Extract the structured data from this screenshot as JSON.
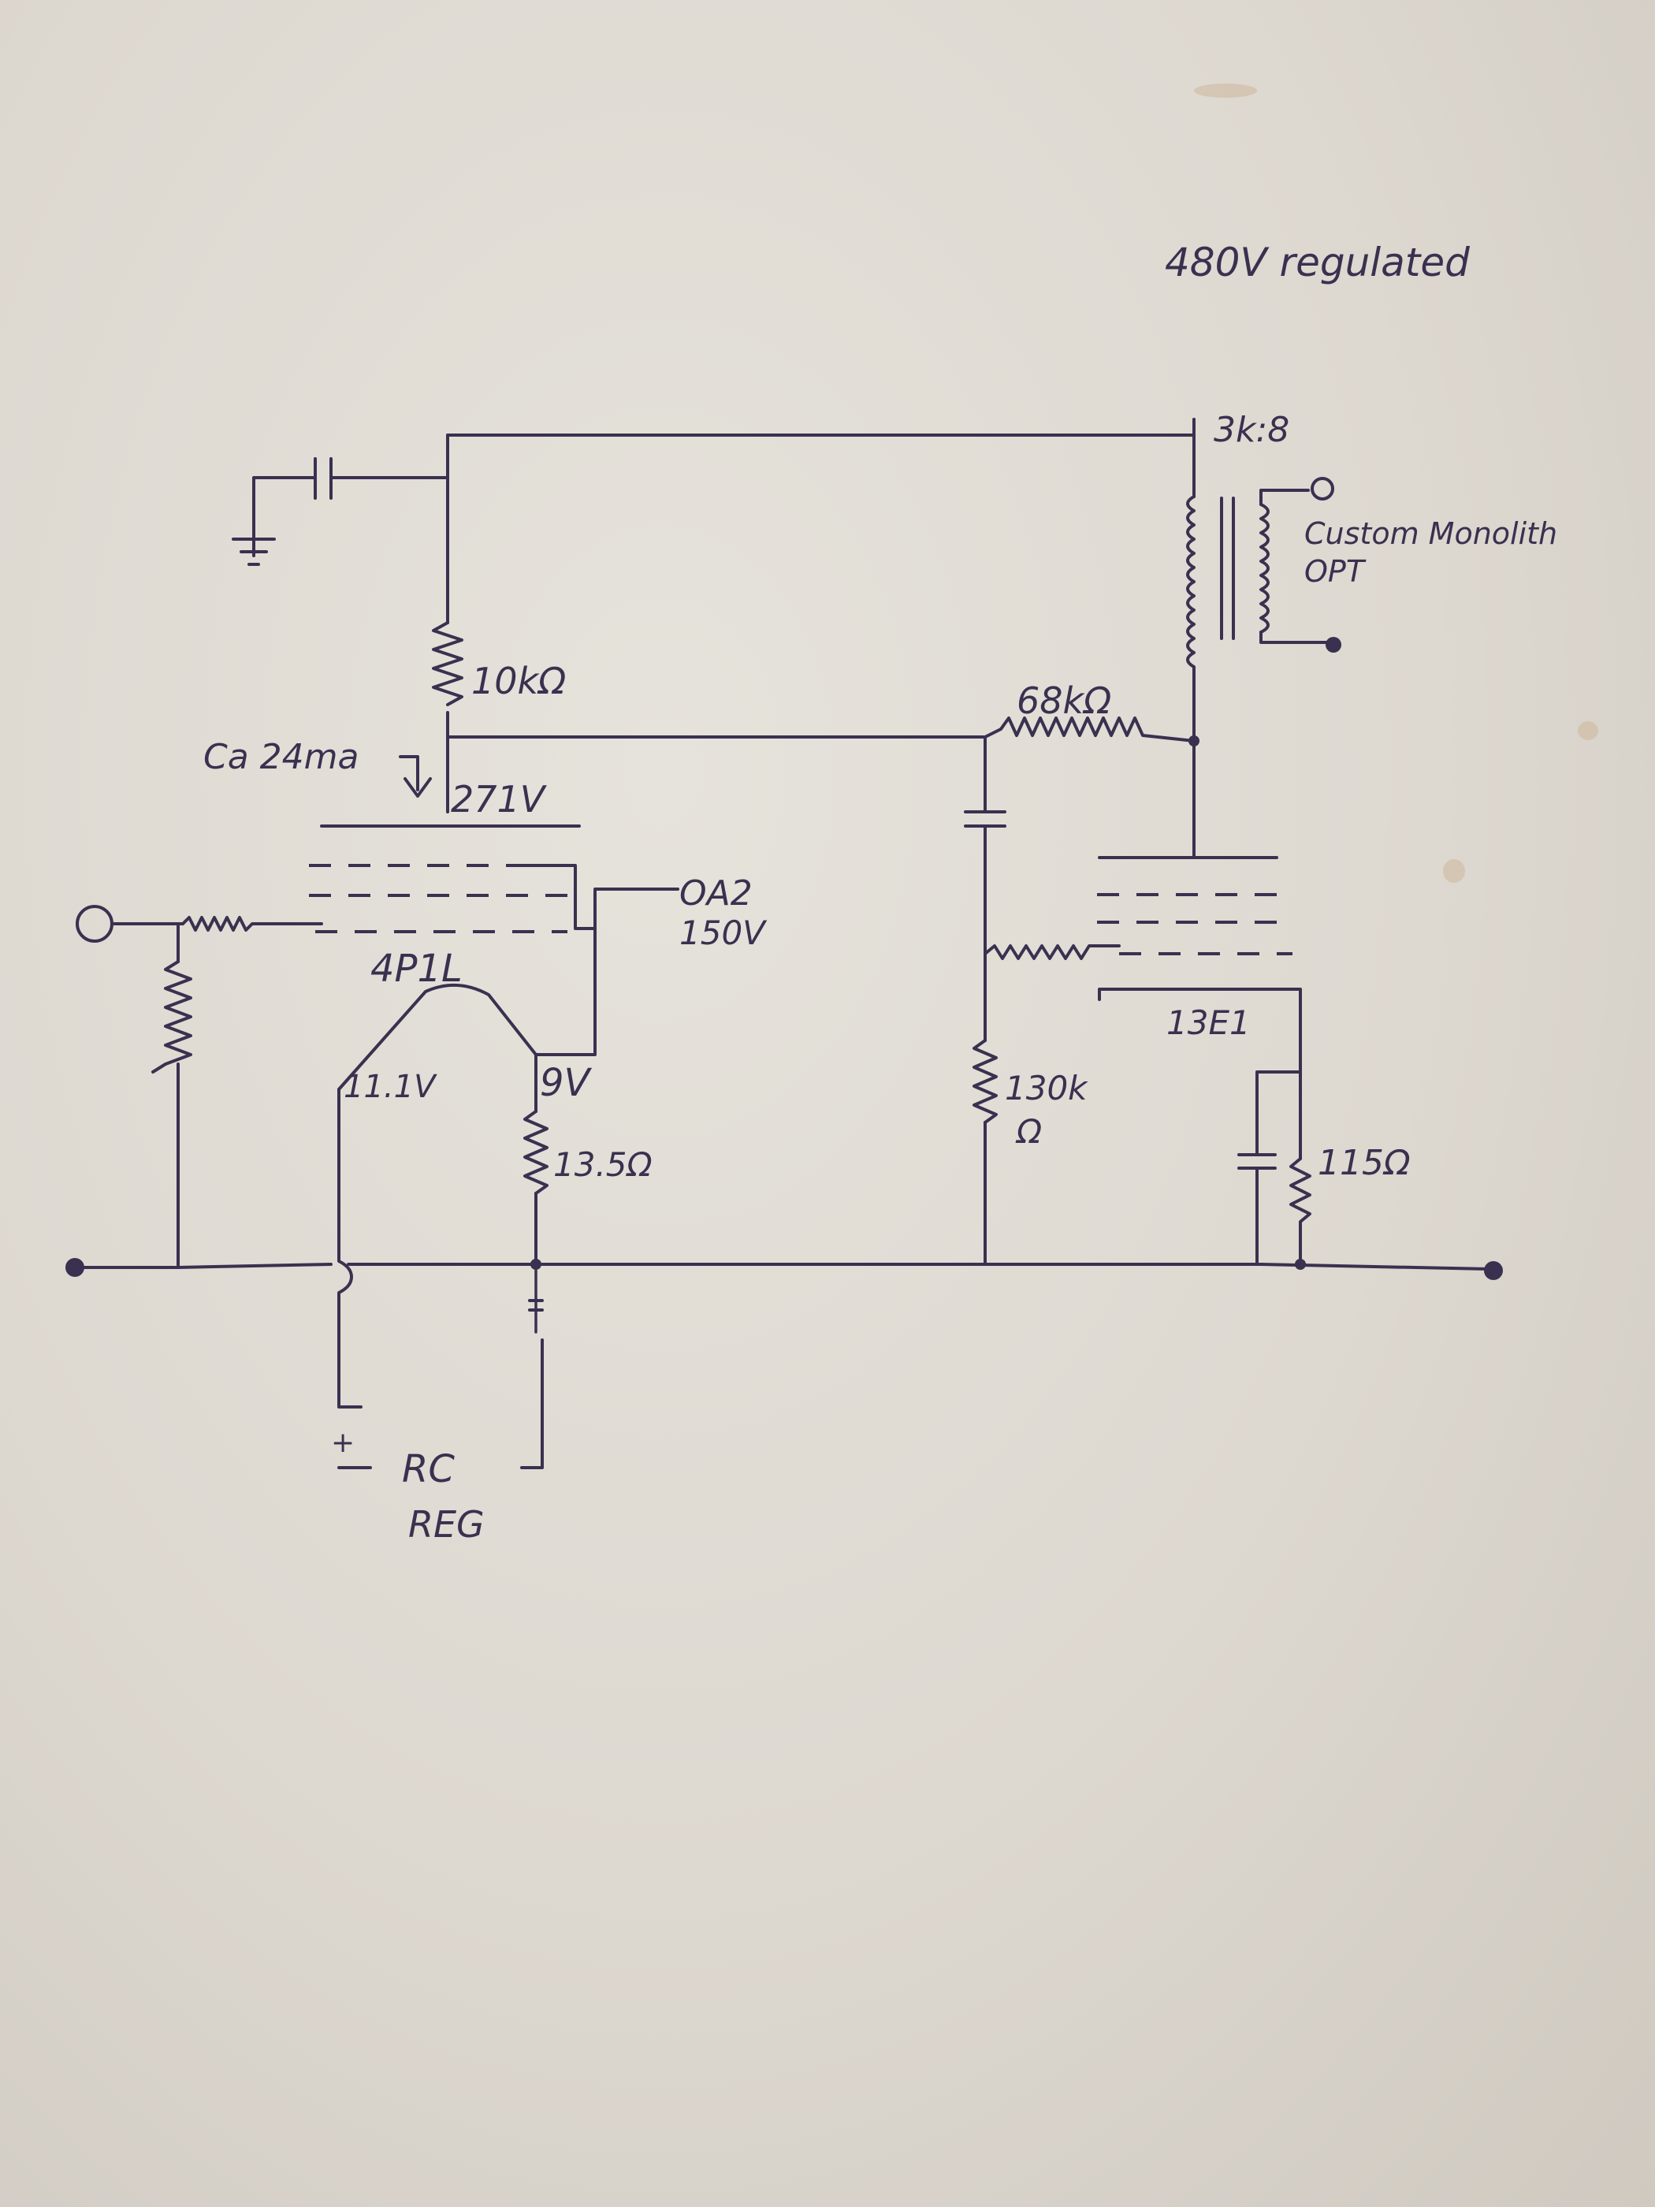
{
  "diagram": {
    "supply_label": "480V regulated",
    "transformer_ratio": "3k:8",
    "transformer_label_1": "Custom Monolith",
    "transformer_label_2": "OPT",
    "plate_resistor": "10kΩ",
    "current_label": "Ca 24ma",
    "plate_voltage": "271V",
    "regulator_tube": "OA2",
    "regulator_voltage": "150V",
    "driver_tube": "4P1L",
    "heater_voltage": "11.1V",
    "cathode_voltage": "9V",
    "cathode_resistor": "13.5Ω",
    "feedback_resistor": "68kΩ",
    "grid_resistor": "130k",
    "grid_resistor_unit": "Ω",
    "output_tube": "13E1",
    "output_cathode_resistor": "115Ω",
    "reg_plus": "+",
    "reg_label_1": "RC",
    "reg_label_2": "REG"
  }
}
